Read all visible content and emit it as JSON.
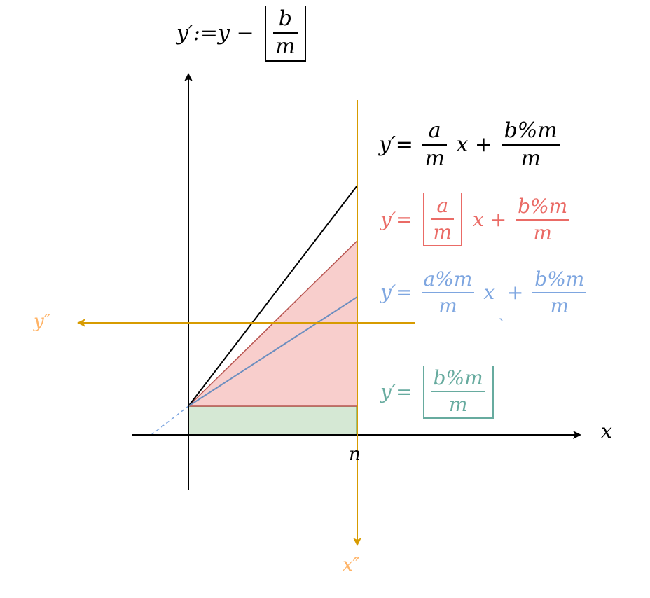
{
  "colors": {
    "black": "#000000",
    "red": "#ea6b66",
    "red_fill": "#f8cecc",
    "red_stroke": "#b85450",
    "blue": "#7ea6e0",
    "blue_line": "#6c8ebf",
    "green": "#67ab9f",
    "green_fill": "#d5e8d4",
    "green_stroke": "#82b366",
    "orange_axis": "#d79b00",
    "orange_label": "#ffb366"
  },
  "labels": {
    "x_axis": "x",
    "n_tick": "n",
    "y2_axis": "y″",
    "x2_axis": "x″",
    "tick_mark": "`"
  },
  "header_eq": {
    "lhs": "y′:=y −",
    "num": "b",
    "den": "m"
  },
  "eq_black": {
    "lhs": "y′=",
    "n1": "a",
    "d1": "m",
    "mid": "x +",
    "n2": "b%m",
    "d2": "m"
  },
  "eq_red": {
    "lhs": "y′=",
    "n1": "a",
    "d1": "m",
    "mid": "x +",
    "n2": "b%m",
    "d2": "m"
  },
  "eq_blue": {
    "lhs": "y′=",
    "n1": "a%m",
    "d1": "m",
    "mid": "x  +",
    "n2": "b%m",
    "d2": "m"
  },
  "eq_green": {
    "lhs": "y′=",
    "n1": "b%m",
    "d1": "m"
  }
}
